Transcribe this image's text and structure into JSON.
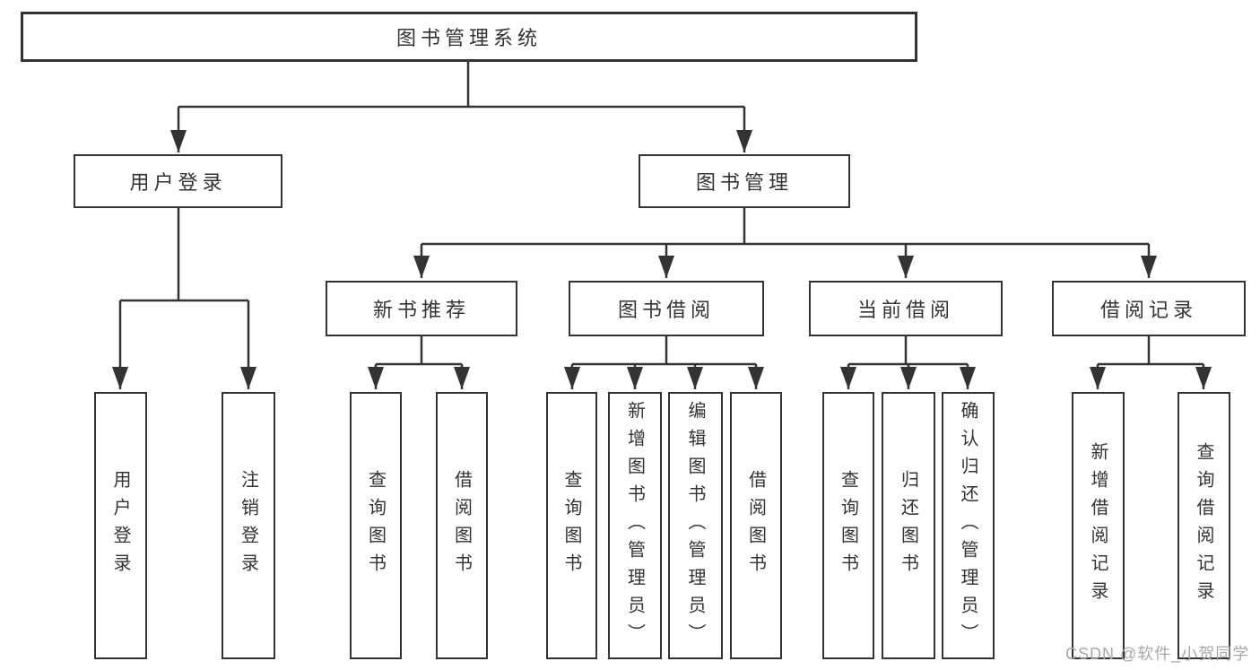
{
  "diagram": {
    "tree": {
      "root": "图书管理系统",
      "level2": [
        "用户登录",
        "图书管理"
      ],
      "level3": [
        "新书推荐",
        "图书借阅",
        "当前借阅",
        "借阅记录"
      ],
      "leaves": {
        "user_login": [
          "用户登录",
          "注销登录"
        ],
        "new_book_rec": [
          "查询图书",
          "借阅图书"
        ],
        "book_borrow": [
          "查询图书",
          "新增图书（管理员）",
          "编辑图书（管理员）",
          "借阅图书"
        ],
        "current_borrow": [
          "查询图书",
          "归还图书",
          "确认归还（管理员）"
        ],
        "borrow_record": [
          "新增借阅记录",
          "查询借阅记录"
        ]
      }
    },
    "watermark": {
      "text": "CSDN @软件_小贺同学"
    },
    "colors": {
      "line": "#333333",
      "box_border": "#333333",
      "text": "#333333",
      "watermark": "#a8a8a8",
      "background": "#ffffff"
    }
  }
}
